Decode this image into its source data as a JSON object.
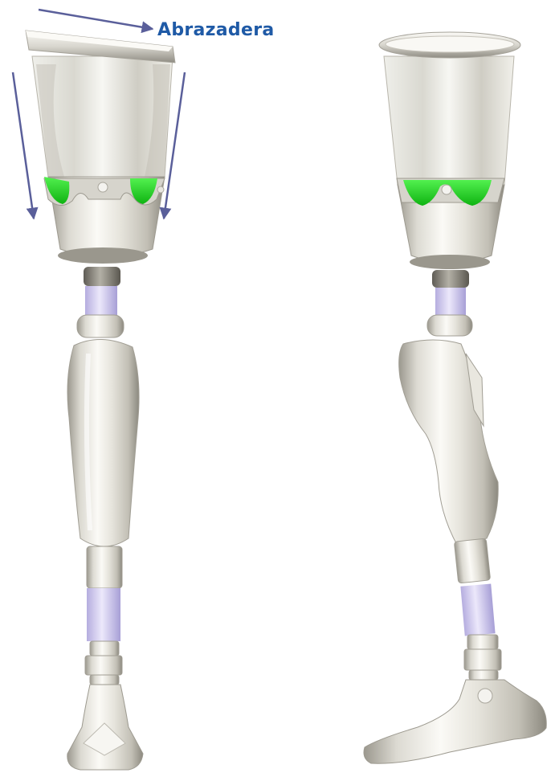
{
  "label": {
    "text": "Abrazadera",
    "color": "#1f5aa6"
  },
  "colors": {
    "arrow": "#5a5f9a",
    "metal_light": "#f4f3ef",
    "metal_mid": "#d2d0c8",
    "metal_dark": "#8f8c83",
    "clamp_green": "#19d61c",
    "pylon_lavender": "#cfc8ee",
    "adapter_grey": "#8a867c"
  },
  "views": [
    {
      "name": "front-view"
    },
    {
      "name": "side-view"
    }
  ]
}
